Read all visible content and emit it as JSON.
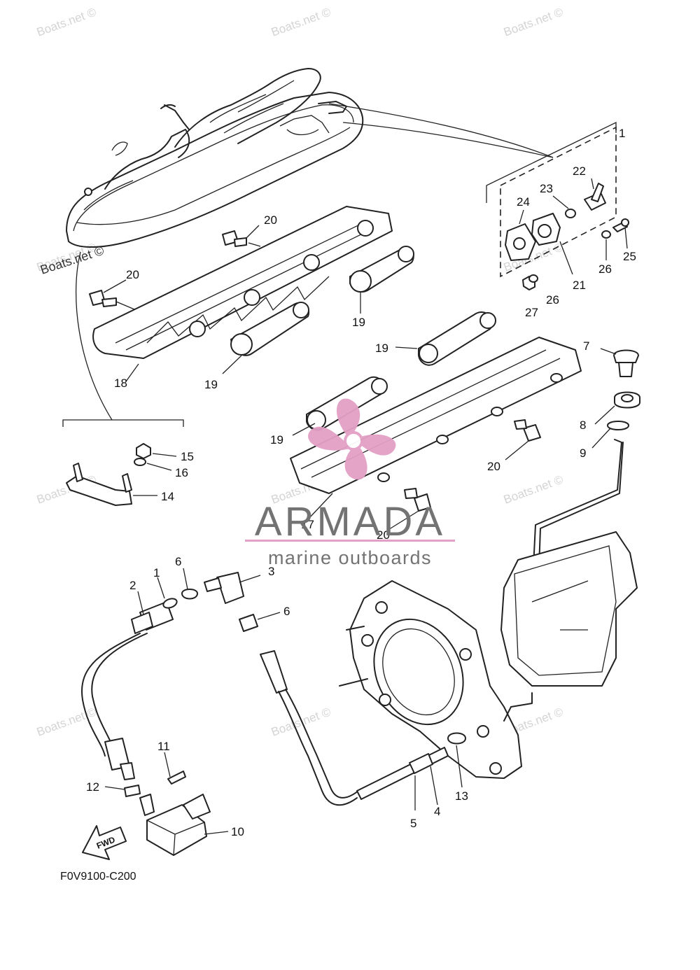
{
  "watermark_text": "Boats.net ©",
  "diagram_code": "F0V9100-C200",
  "fwd_label": "FWD",
  "brand": {
    "name": "ARMADA",
    "tagline": "marine outboards",
    "accent_color": "#e3a0c6",
    "text_color": "#737373"
  },
  "callouts": {
    "c1_top": "1",
    "c1": "1",
    "c2": "2",
    "c3": "3",
    "c4": "4",
    "c5": "5",
    "c6a": "6",
    "c6b": "6",
    "c7": "7",
    "c8": "8",
    "c9": "9",
    "c10": "10",
    "c11": "11",
    "c12": "12",
    "c13": "13",
    "c14": "14",
    "c15": "15",
    "c16": "16",
    "c17": "17",
    "c18": "18",
    "c19a": "19",
    "c19b": "19",
    "c19c": "19",
    "c19d": "19",
    "c20a": "20",
    "c20b": "20",
    "c20c": "20",
    "c20d": "20",
    "c21": "21",
    "c22": "22",
    "c23": "23",
    "c24": "24",
    "c25": "25",
    "c26a": "26",
    "c26b": "26",
    "c27": "27"
  }
}
